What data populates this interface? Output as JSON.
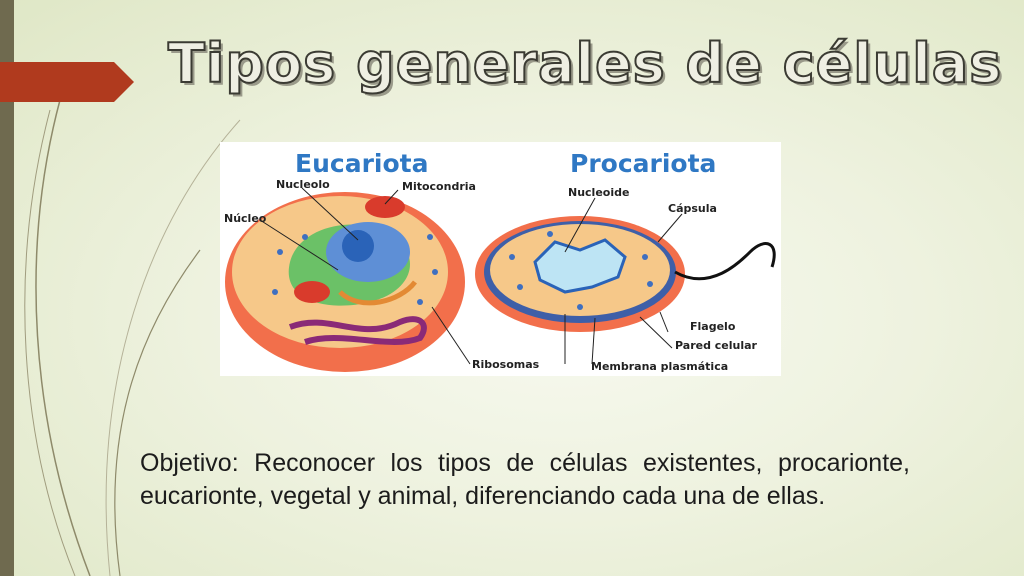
{
  "slide": {
    "title": "Tipos generales de células",
    "objective": "Objetivo: Reconocer los tipos de células existentes, procarionte, eucarionte, vegetal y animal, diferenciando cada una de ellas."
  },
  "diagram": {
    "eukaryote": {
      "title": "Eucariota",
      "labels": {
        "nucleolo": "Nucleolo",
        "mitocondria": "Mitocondria",
        "nucleo": "Núcleo",
        "ribosomas": "Ribosomas"
      }
    },
    "prokaryote": {
      "title": "Procariota",
      "labels": {
        "nucleoide": "Nucleoide",
        "capsula": "Cápsula",
        "flagelo": "Flagelo",
        "pared": "Pared celular",
        "membrana": "Membrana plasmática"
      }
    }
  },
  "colors": {
    "accent_red": "#b03a1e",
    "left_bar": "#6f6a4f",
    "diagram_title": "#2f78c4"
  }
}
